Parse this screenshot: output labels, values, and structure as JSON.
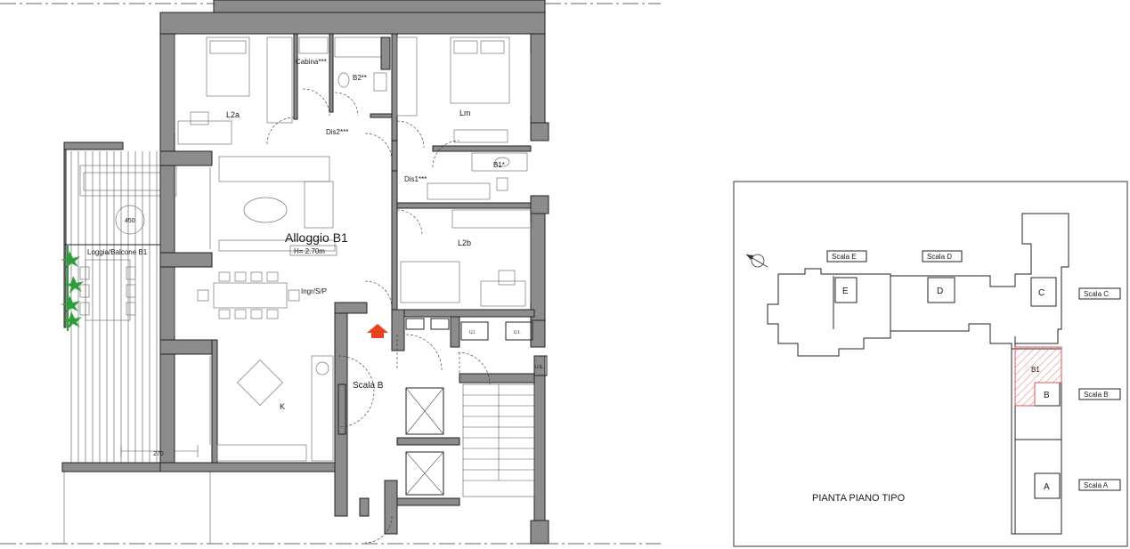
{
  "floor_plan": {
    "unit_title": "Alloggio B1",
    "unit_height": "H= 2.70m",
    "rooms": {
      "l2a": "L2a",
      "cabina": "Cabina***",
      "b2": "B2**",
      "lm": "Lm",
      "dis2": "Dis2***",
      "b1": "B1*",
      "dis1": "Dis1***",
      "l2b": "L2b",
      "loggia": "Loggia/Balcone B1",
      "ingr": "Ingr/S/P",
      "k": "K",
      "scala": "Scala B"
    },
    "dimensions": {
      "table_diameter": "450",
      "balcony_width": "270"
    },
    "meter_labels": {
      "ui_1": "U.I.",
      "ui_2": "U.I.",
      "ue": "U.E."
    },
    "colors": {
      "wall": "#8c8c8c",
      "entry_arrow": "#e8421f",
      "plants": "#2e9e3a",
      "highlight": "#d9534f"
    }
  },
  "key_plan": {
    "title": "PIANTA  PIANO TIPO",
    "stair_labels": {
      "scala_e": "Scala E",
      "scala_d": "Scala D",
      "scala_c": "Scala C",
      "scala_b": "Scala B",
      "scala_a": "Scala A"
    },
    "block_labels": {
      "e": "E",
      "d": "D",
      "c": "C",
      "b": "B",
      "a": "A",
      "b1": "B1"
    }
  }
}
